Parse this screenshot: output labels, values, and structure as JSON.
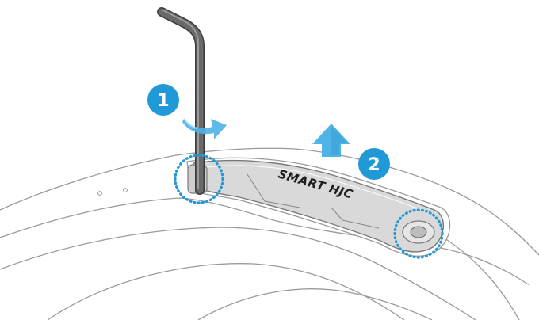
{
  "colors": {
    "accent": "#1f9ad6",
    "arrow": "#4fb3e6",
    "outline": "#9a9a9a",
    "bracket_fill": "#d9d9d9",
    "tool": "#595959"
  },
  "steps": [
    {
      "number": "1"
    },
    {
      "number": "2"
    }
  ],
  "bracket": {
    "brand_label": "SMART HJC"
  },
  "icons": {
    "rotate": "curved-arrow-icon",
    "lift": "up-arrow-icon"
  }
}
